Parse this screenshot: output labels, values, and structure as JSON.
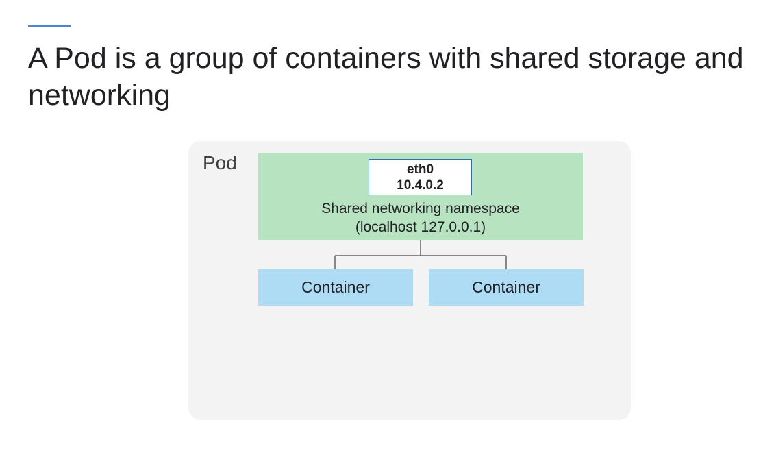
{
  "slide": {
    "title": "A Pod is a group of containers with shared storage and networking",
    "accent_color": "#4d83d6"
  },
  "diagram": {
    "pod_label": "Pod",
    "network": {
      "interface_name": "eth0",
      "interface_ip": "10.4.0.2",
      "label_line1": "Shared networking namespace",
      "label_line2": "(localhost 127.0.0.1)",
      "fill_color": "#b8e3c1"
    },
    "containers": [
      {
        "label": "Container"
      },
      {
        "label": "Container"
      }
    ],
    "container_color": "#aedcf5",
    "pod_color": "#f3f3f3"
  }
}
